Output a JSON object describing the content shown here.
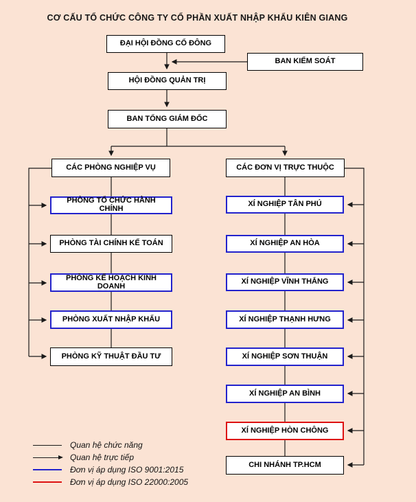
{
  "title": "CƠ CẤU TỔ CHỨC CÔNG TY CỔ PHẦN XUẤT NHẬP KHẨU KIÊN GIANG",
  "top": {
    "shareholders_meeting": "ĐẠI HỘI ĐỒNG CỔ ĐÔNG",
    "supervisory_board": "BAN KIỂM SOÁT",
    "board_of_directors": "HỘI ĐỒNG QUẢN TRỊ",
    "general_directors": "BAN TỔNG GIÁM ĐỐC"
  },
  "left_branch": {
    "header": "CÁC PHÒNG NGHIỆP VỤ",
    "items": [
      {
        "label": "PHÒNG TỔ CHỨC HÀNH CHÍNH",
        "certification": "iso9001"
      },
      {
        "label": "PHÒNG TÀI CHÍNH KẾ TOÁN",
        "certification": "none"
      },
      {
        "label": "PHÒNG KẾ HOẠCH KINH DOANH",
        "certification": "iso9001"
      },
      {
        "label": "PHÒNG XUẤT NHẬP KHẨU",
        "certification": "iso9001"
      },
      {
        "label": "PHÒNG KỸ THUẬT ĐẦU TƯ",
        "certification": "none"
      }
    ]
  },
  "right_branch": {
    "header": "CÁC ĐƠN VỊ TRỰC THUỘC",
    "items": [
      {
        "label": "XÍ NGHIỆP TÂN PHÚ",
        "certification": "iso9001"
      },
      {
        "label": "XÍ NGHIỆP AN HÒA",
        "certification": "iso9001"
      },
      {
        "label": "XÍ NGHIỆP VĨNH THẮNG",
        "certification": "iso9001"
      },
      {
        "label": "XÍ NGHIỆP THẠNH HƯNG",
        "certification": "iso9001"
      },
      {
        "label": "XÍ NGHIỆP SƠN THUẬN",
        "certification": "iso9001"
      },
      {
        "label": "XÍ NGHIỆP AN BÌNH",
        "certification": "iso9001"
      },
      {
        "label": "XÍ NGHIỆP HÒN CHÔNG",
        "certification": "iso22000"
      },
      {
        "label": "CHI NHÁNH TP.HCM",
        "certification": "none"
      }
    ]
  },
  "legend": [
    {
      "label": "Quan hệ chức năng",
      "symbol": "plain-line",
      "color": "#1a1a1a"
    },
    {
      "label": "Quan hệ trực tiếp",
      "symbol": "arrow-line",
      "color": "#1a1a1a"
    },
    {
      "label": "Đơn vị áp dụng ISO 9001:2015",
      "symbol": "plain-line",
      "color": "#2222cc"
    },
    {
      "label": "Đơn vị áp dụng ISO 22000:2005",
      "symbol": "plain-line",
      "color": "#dd1111"
    }
  ],
  "colors": {
    "background": "#fbe3d4",
    "line": "#1a1a1a",
    "box_border": "#000000",
    "iso9001": "#2222cc",
    "iso22000": "#dd1111"
  }
}
